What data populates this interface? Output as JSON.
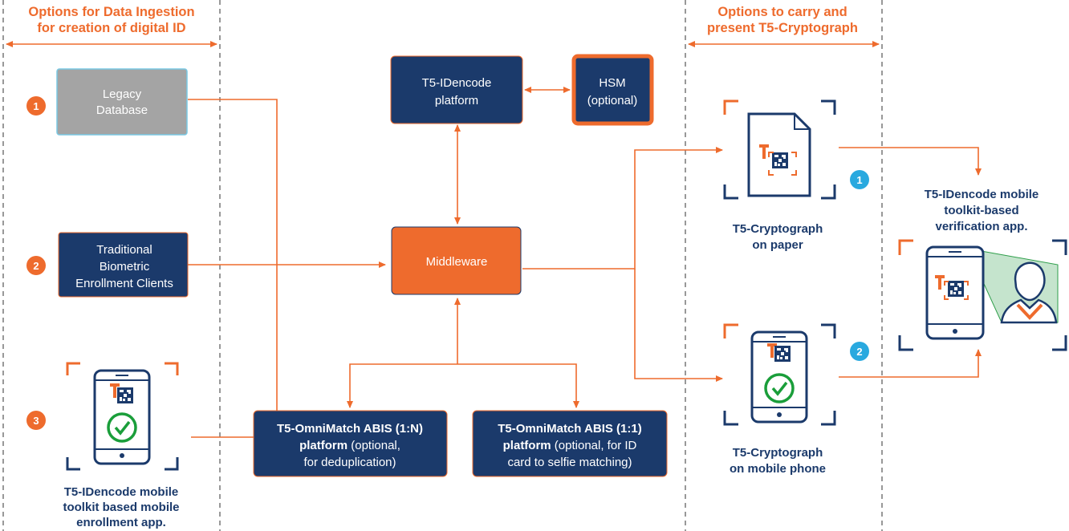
{
  "headers": {
    "left": [
      "Options for Data Ingestion",
      "for creation of digital ID"
    ],
    "right": [
      "Options to carry and",
      "present T5-Cryptograph"
    ]
  },
  "sources": {
    "legacy": [
      "Legacy",
      "Database"
    ],
    "traditional": [
      "Traditional",
      "Biometric",
      "Enrollment Clients"
    ],
    "mobile_label": [
      "T5-IDencode mobile",
      "toolkit based mobile",
      "enrollment app."
    ]
  },
  "source_numbers": [
    "1",
    "2",
    "3"
  ],
  "center": {
    "idencode": [
      "T5-IDencode",
      "platform"
    ],
    "hsm": [
      "HSM",
      "(optional)"
    ],
    "middleware": "Middleware",
    "abis_n": {
      "bold1": "T5-OmniMatch ABIS (1:N)",
      "bold2": "platform",
      "rest2": " (optional,",
      "line3": "for deduplication)"
    },
    "abis_1": {
      "bold1": "T5-OmniMatch ABIS (1:1)",
      "bold2": "platform",
      "rest2": " (optional, for ID",
      "line3": "card to selfie matching)"
    }
  },
  "outputs": {
    "paper_label": [
      "T5-Cryptograph",
      "on paper"
    ],
    "phone_label": [
      "T5-Cryptograph",
      "on mobile phone"
    ],
    "verify_label": [
      "T5-IDencode mobile",
      "toolkit-based",
      "verification app."
    ],
    "numbers": [
      "1",
      "2"
    ]
  },
  "icons": {
    "logo": "t5-logo-icon",
    "qr": "cryptograph-code-icon",
    "check": "check-circle-icon",
    "person": "person-icon",
    "phone": "phone-icon",
    "document": "document-icon"
  },
  "colors": {
    "orange": "#ee6b2d",
    "navy": "#1b3a6b",
    "gray_box": "#a4a4a4",
    "gray_box_border": "#79c8e3",
    "cyan_number": "#29a9df",
    "check_green": "#1a9e3a"
  }
}
